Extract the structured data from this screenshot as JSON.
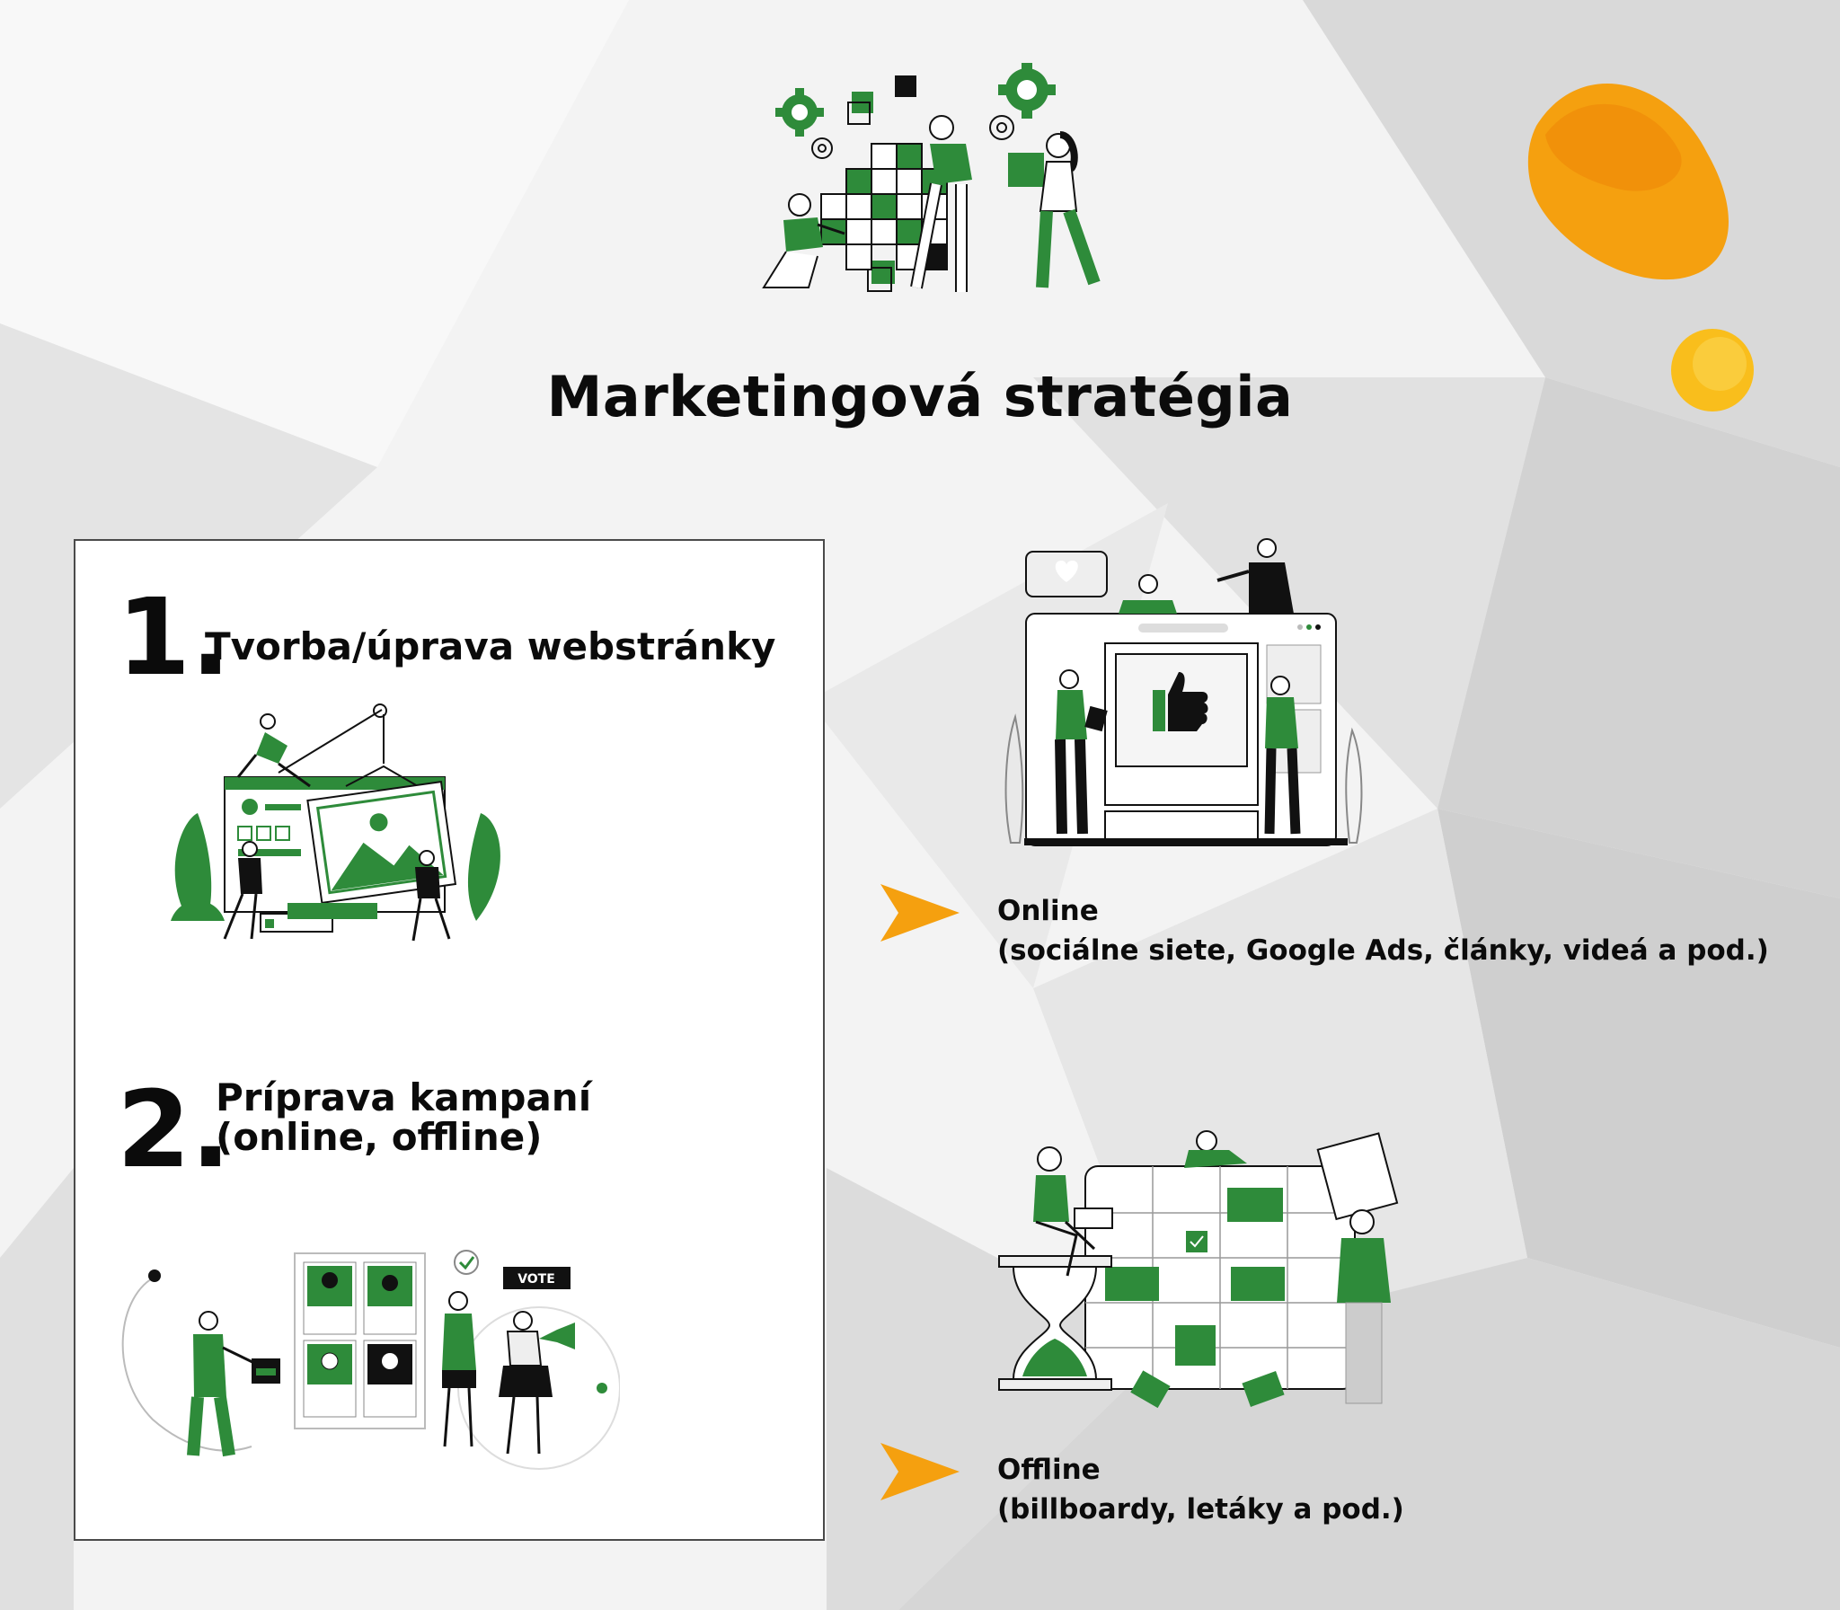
{
  "title": "Marketingová stratégia",
  "colors": {
    "green": "#2e8b3a",
    "orange": "#f5a00f",
    "dark": "#0b0b0b"
  },
  "steps": [
    {
      "number": "1.",
      "lines": [
        "Tvorba/úprava webstránky"
      ]
    },
    {
      "number": "2.",
      "lines": [
        "Príprava kampaní",
        "(online, offline)"
      ]
    }
  ],
  "options": [
    {
      "name": "Online",
      "detail": "(sociálne siete, Google Ads, články, videá a pod.)"
    },
    {
      "name": "Offline",
      "detail": "(billboardy, letáky a pod.)"
    }
  ],
  "illustrations": {
    "team": "team-puzzle-illustration",
    "website": "website-building-illustration",
    "campaign": "campaign-vote-illustration",
    "social": "social-media-illustration",
    "calendar": "calendar-planning-illustration",
    "vote_label": "VOTE"
  }
}
